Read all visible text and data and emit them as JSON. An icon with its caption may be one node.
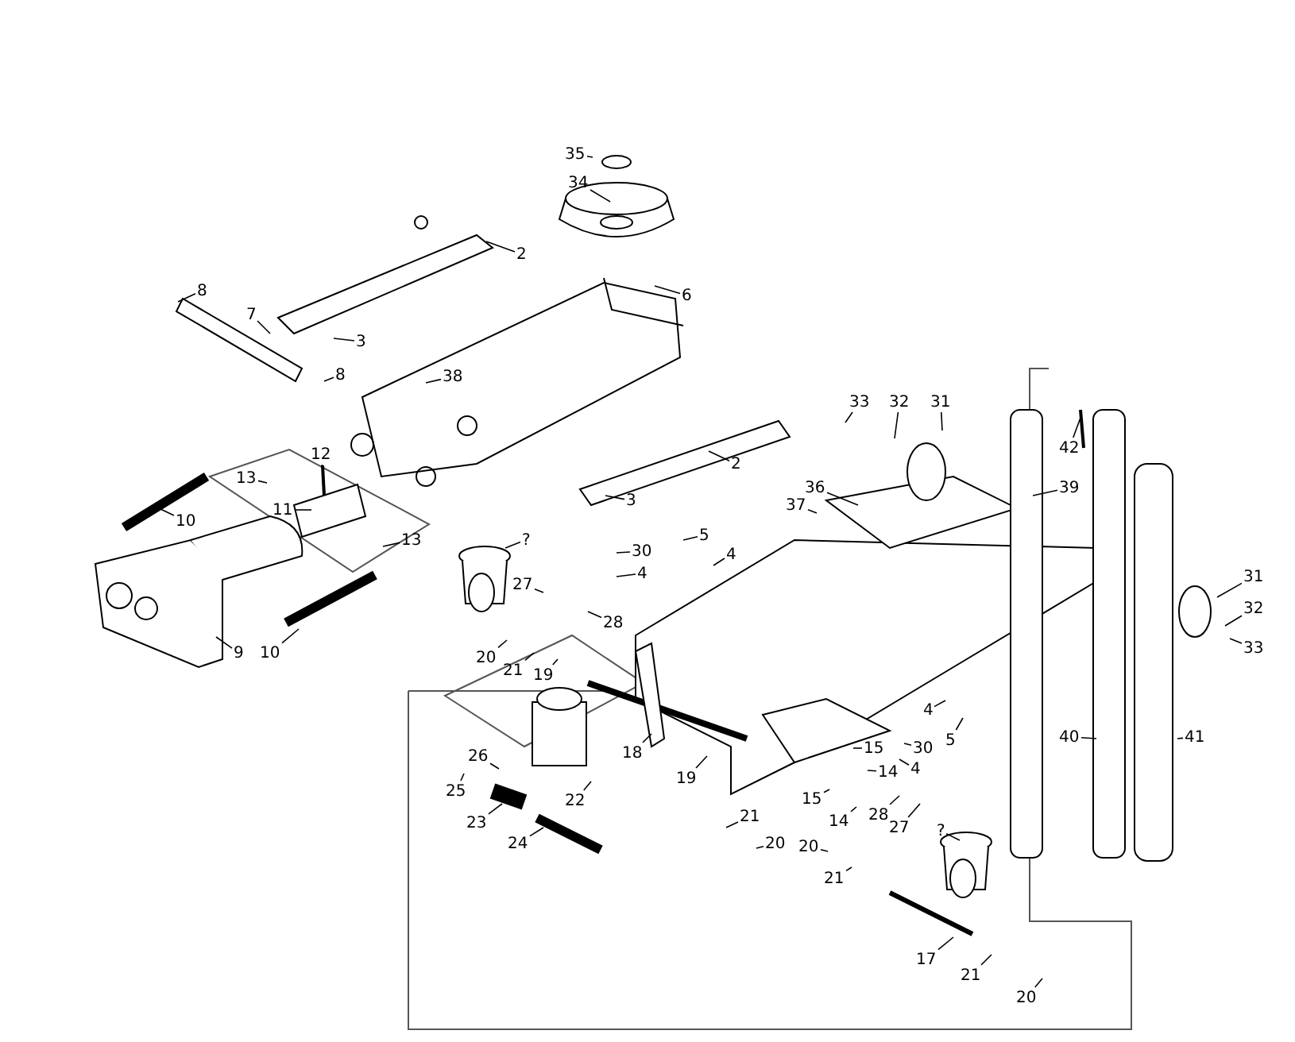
{
  "diagram": {
    "nodes": [
      {
        "text": [
          "35"
        ]
      },
      {
        "text": [
          "34"
        ]
      },
      {
        "text": [
          "2"
        ]
      },
      {
        "text": [
          "8"
        ]
      },
      {
        "text": [
          "6"
        ]
      },
      {
        "text": [
          "7"
        ]
      },
      {
        "text": [
          "3"
        ]
      },
      {
        "text": [
          "8"
        ]
      },
      {
        "text": [
          "38"
        ]
      },
      {
        "text": [
          "33"
        ]
      },
      {
        "text": [
          "32"
        ]
      },
      {
        "text": [
          "31"
        ]
      },
      {
        "text": [
          "42"
        ]
      },
      {
        "text": [
          "12"
        ]
      },
      {
        "text": [
          "2"
        ]
      },
      {
        "text": [
          "13"
        ]
      },
      {
        "text": [
          "39"
        ]
      },
      {
        "text": [
          "3"
        ]
      },
      {
        "text": [
          "36"
        ]
      },
      {
        "text": [
          "11"
        ]
      },
      {
        "text": [
          "37"
        ]
      },
      {
        "text": [
          "10"
        ]
      },
      {
        "text": [
          "?"
        ]
      },
      {
        "text": [
          "5"
        ]
      },
      {
        "text": [
          "13"
        ]
      },
      {
        "text": [
          "30"
        ]
      },
      {
        "text": [
          "4"
        ]
      },
      {
        "text": [
          "4"
        ]
      },
      {
        "text": [
          "27"
        ]
      },
      {
        "text": [
          "31"
        ]
      },
      {
        "text": [
          "32"
        ]
      },
      {
        "text": [
          "28"
        ]
      },
      {
        "text": [
          "9"
        ]
      },
      {
        "text": [
          "10"
        ]
      },
      {
        "text": [
          "33"
        ]
      },
      {
        "text": [
          "20"
        ]
      },
      {
        "text": [
          "21"
        ]
      },
      {
        "text": [
          "19"
        ]
      },
      {
        "text": [
          "4"
        ]
      },
      {
        "text": [
          "5"
        ]
      },
      {
        "text": [
          "40"
        ]
      },
      {
        "text": [
          "41"
        ]
      },
      {
        "text": [
          "15"
        ]
      },
      {
        "text": [
          "30"
        ]
      },
      {
        "text": [
          "18"
        ]
      },
      {
        "text": [
          "26"
        ]
      },
      {
        "text": [
          "4"
        ]
      },
      {
        "text": [
          "14"
        ]
      },
      {
        "text": [
          "19"
        ]
      },
      {
        "text": [
          "25"
        ]
      },
      {
        "text": [
          "15"
        ]
      },
      {
        "text": [
          "22"
        ]
      },
      {
        "text": [
          "21"
        ]
      },
      {
        "text": [
          "14"
        ]
      },
      {
        "text": [
          "28"
        ]
      },
      {
        "text": [
          "23"
        ]
      },
      {
        "text": [
          "27"
        ]
      },
      {
        "text": [
          "?"
        ]
      },
      {
        "text": [
          "24"
        ]
      },
      {
        "text": [
          "20"
        ]
      },
      {
        "text": [
          "20"
        ]
      },
      {
        "text": [
          "21"
        ]
      },
      {
        "text": [
          "17"
        ]
      },
      {
        "text": [
          "21"
        ]
      },
      {
        "text": [
          "20"
        ]
      }
    ],
    "edges": [
      {
        "from": 0,
        "to": null,
        "arrow": "none"
      },
      {
        "from": 1,
        "to": null,
        "arrow": "none"
      },
      {
        "from": 2,
        "to": null,
        "arrow": "none"
      },
      {
        "from": 3,
        "to": null,
        "arrow": "none"
      },
      {
        "from": 4,
        "to": null,
        "arrow": "none"
      },
      {
        "from": 5,
        "to": null,
        "arrow": "none"
      },
      {
        "from": 6,
        "to": null,
        "arrow": "none"
      },
      {
        "from": 7,
        "to": null,
        "arrow": "none"
      },
      {
        "from": 8,
        "to": null,
        "arrow": "none"
      },
      {
        "from": 9,
        "to": null,
        "arrow": "none"
      },
      {
        "from": 10,
        "to": null,
        "arrow": "none"
      },
      {
        "from": 11,
        "to": null,
        "arrow": "none"
      },
      {
        "from": 12,
        "to": null,
        "arrow": "none"
      },
      {
        "from": 13,
        "to": null,
        "arrow": "none"
      },
      {
        "from": 14,
        "to": null,
        "arrow": "none"
      },
      {
        "from": 15,
        "to": null,
        "arrow": "none"
      },
      {
        "from": 16,
        "to": null,
        "arrow": "none"
      },
      {
        "from": 17,
        "to": null,
        "arrow": "none"
      },
      {
        "from": 18,
        "to": null,
        "arrow": "none"
      },
      {
        "from": 19,
        "to": null,
        "arrow": "none"
      },
      {
        "from": 20,
        "to": null,
        "arrow": "none"
      },
      {
        "from": 21,
        "to": null,
        "arrow": "none"
      },
      {
        "from": 22,
        "to": null,
        "arrow": "none"
      },
      {
        "from": 23,
        "to": null,
        "arrow": "none"
      },
      {
        "from": 24,
        "to": null,
        "arrow": "none"
      },
      {
        "from": 25,
        "to": null,
        "arrow": "none"
      },
      {
        "from": 26,
        "to": null,
        "arrow": "none"
      },
      {
        "from": 27,
        "to": null,
        "arrow": "none"
      },
      {
        "from": 28,
        "to": null,
        "arrow": "none"
      },
      {
        "from": 29,
        "to": null,
        "arrow": "none"
      },
      {
        "from": 30,
        "to": null,
        "arrow": "none"
      },
      {
        "from": 31,
        "to": null,
        "arrow": "none"
      },
      {
        "from": 32,
        "to": null,
        "arrow": "none"
      },
      {
        "from": 33,
        "to": null,
        "arrow": "none"
      },
      {
        "from": 34,
        "to": null,
        "arrow": "none"
      },
      {
        "from": 35,
        "to": null,
        "arrow": "none"
      },
      {
        "from": 36,
        "to": null,
        "arrow": "none"
      },
      {
        "from": 37,
        "to": null,
        "arrow": "none"
      },
      {
        "from": 38,
        "to": null,
        "arrow": "none"
      },
      {
        "from": 39,
        "to": null,
        "arrow": "none"
      },
      {
        "from": 40,
        "to": null,
        "arrow": "none"
      },
      {
        "from": 41,
        "to": null,
        "arrow": "none"
      },
      {
        "from": 42,
        "to": null,
        "arrow": "none"
      },
      {
        "from": 43,
        "to": null,
        "arrow": "none"
      },
      {
        "from": 44,
        "to": null,
        "arrow": "none"
      },
      {
        "from": 45,
        "to": null,
        "arrow": "none"
      },
      {
        "from": 46,
        "to": null,
        "arrow": "none"
      },
      {
        "from": 47,
        "to": null,
        "arrow": "none"
      },
      {
        "from": 48,
        "to": null,
        "arrow": "none"
      },
      {
        "from": 49,
        "to": null,
        "arrow": "none"
      },
      {
        "from": 50,
        "to": null,
        "arrow": "none"
      },
      {
        "from": 51,
        "to": null,
        "arrow": "none"
      },
      {
        "from": 52,
        "to": null,
        "arrow": "none"
      },
      {
        "from": 53,
        "to": null,
        "arrow": "none"
      },
      {
        "from": 54,
        "to": null,
        "arrow": "none"
      },
      {
        "from": 55,
        "to": null,
        "arrow": "none"
      },
      {
        "from": 56,
        "to": null,
        "arrow": "none"
      },
      {
        "from": 57,
        "to": null,
        "arrow": "none"
      },
      {
        "from": 58,
        "to": null,
        "arrow": "none"
      },
      {
        "from": 59,
        "to": null,
        "arrow": "none"
      },
      {
        "from": 60,
        "to": null,
        "arrow": "none"
      },
      {
        "from": 61,
        "to": null,
        "arrow": "none"
      },
      {
        "from": 62,
        "to": null,
        "arrow": "none"
      },
      {
        "from": 63,
        "to": null,
        "arrow": "none"
      },
      {
        "from": 64,
        "to": null,
        "arrow": "none"
      }
    ]
  }
}
